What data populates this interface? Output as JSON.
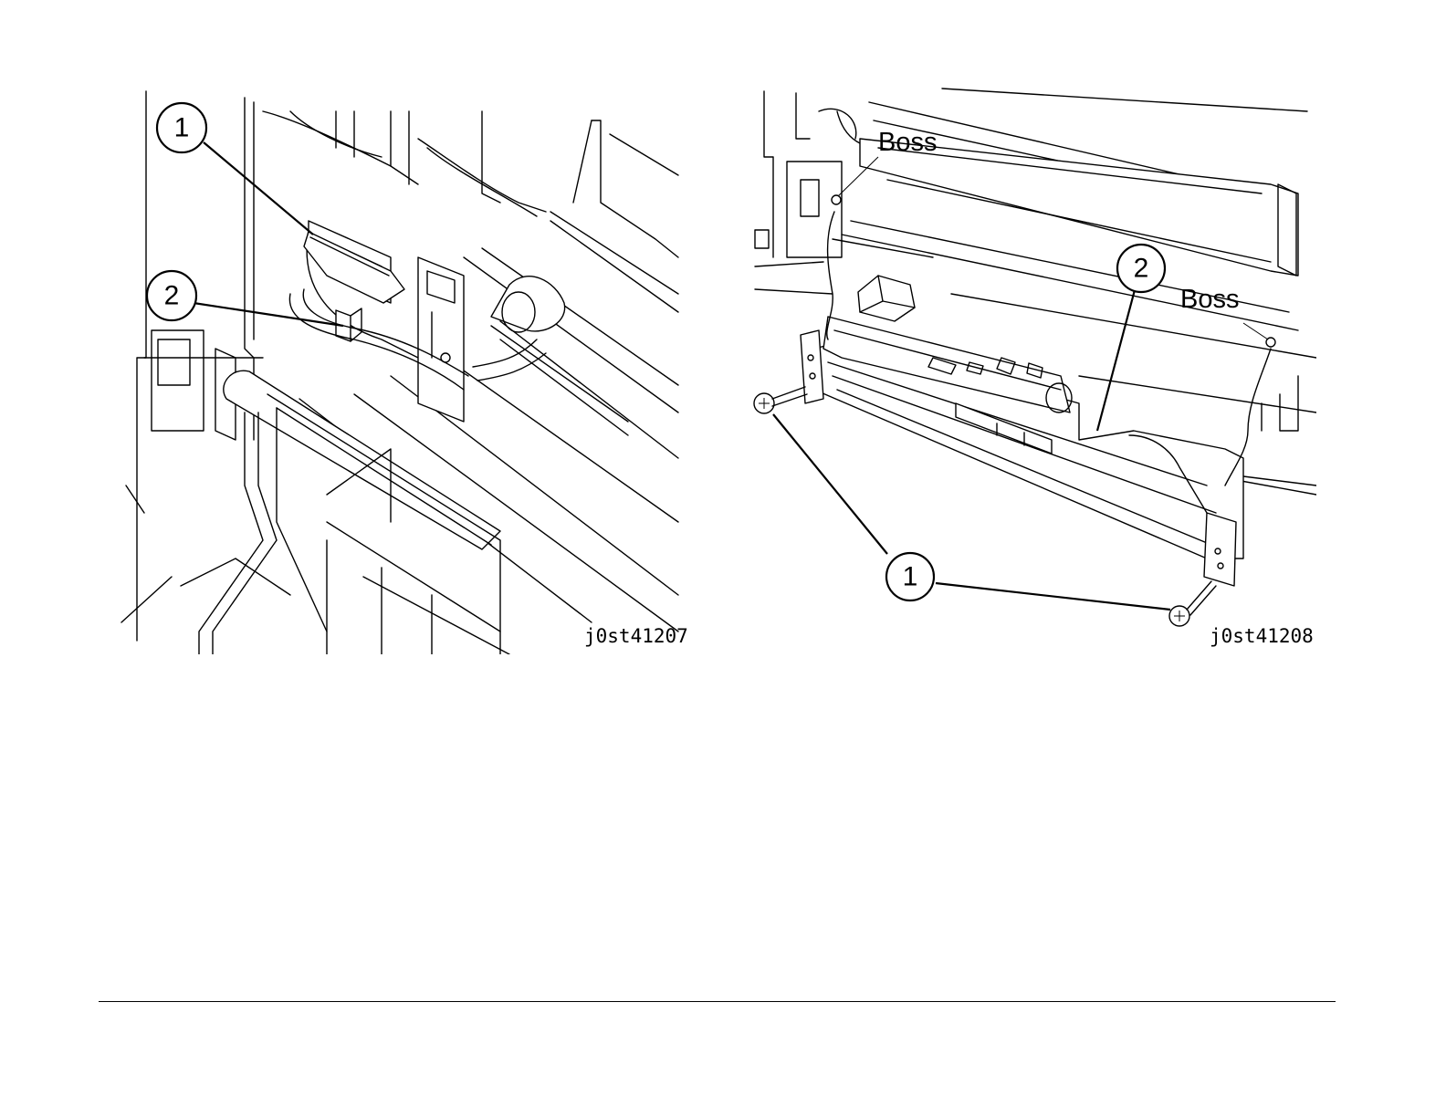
{
  "figures": [
    {
      "id": "j0st41207",
      "callouts": [
        "1",
        "2"
      ]
    },
    {
      "id": "j0st41208",
      "callouts": [
        "2",
        "1"
      ],
      "labels": [
        "Boss",
        "Boss"
      ]
    }
  ]
}
